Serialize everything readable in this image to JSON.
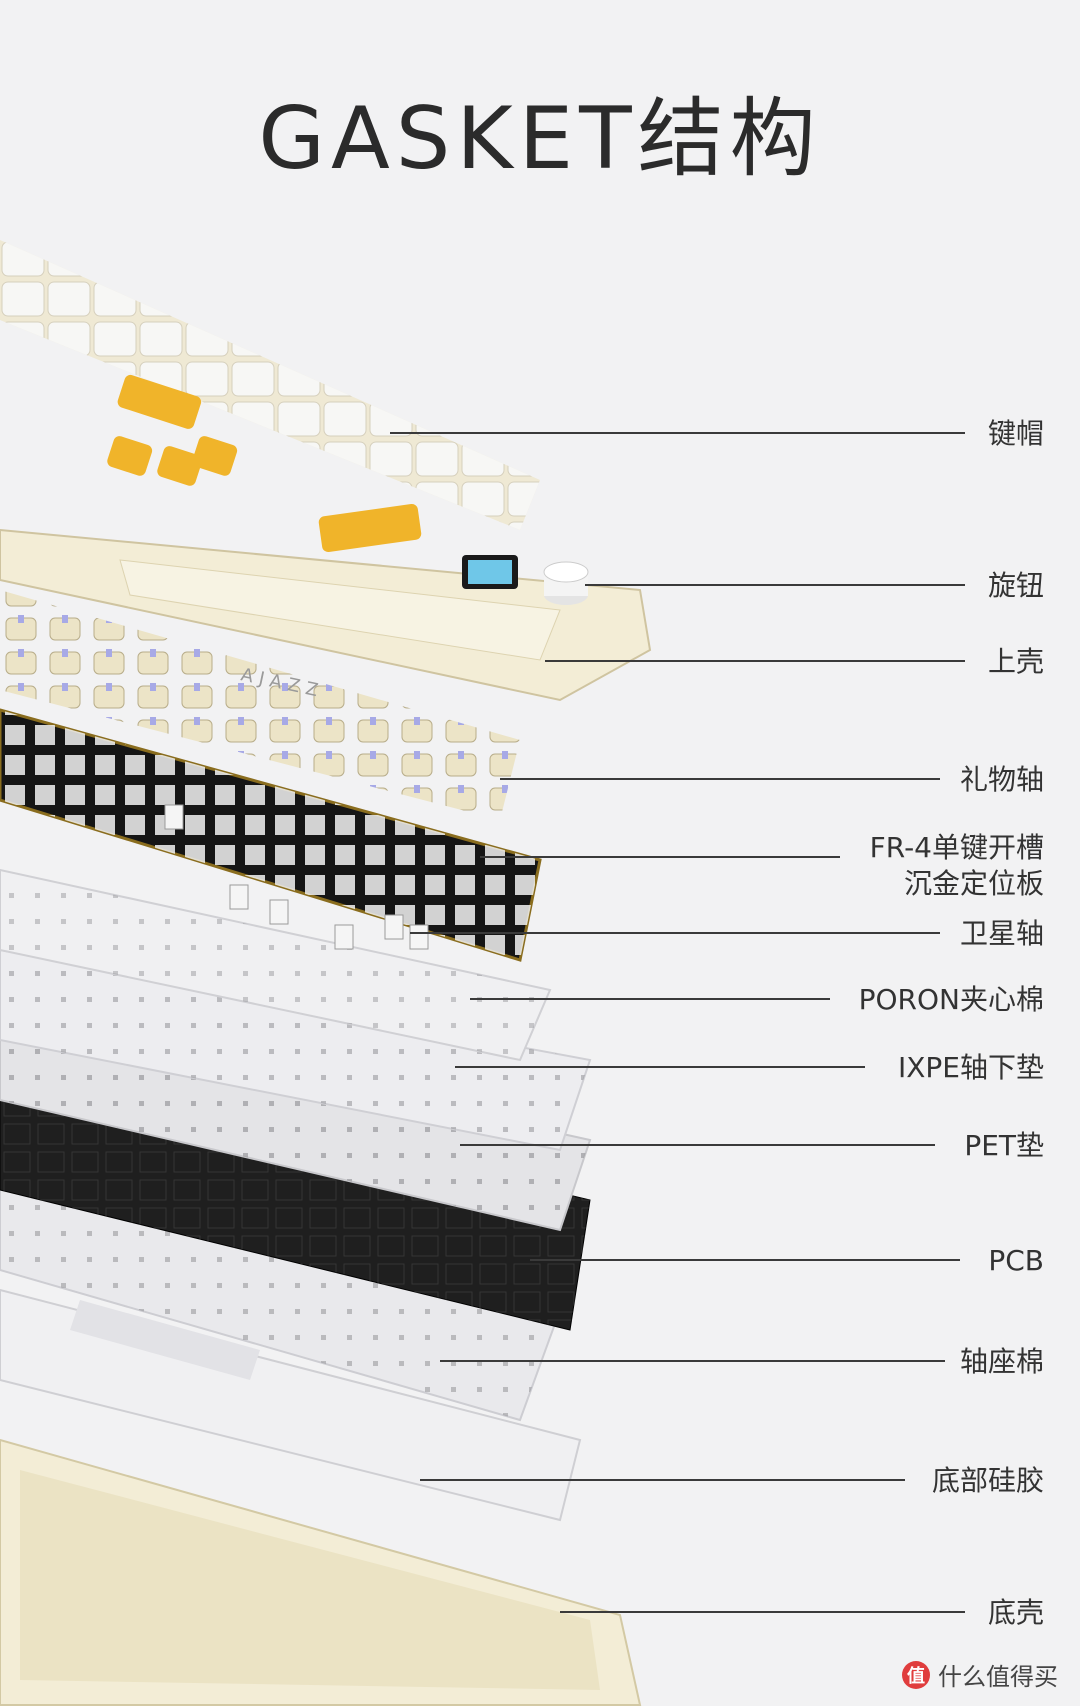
{
  "title": "GASKET结构",
  "layers": [
    {
      "id": "keycaps",
      "label": "键帽"
    },
    {
      "id": "knob",
      "label": "旋钮"
    },
    {
      "id": "top-case",
      "label": "上壳"
    },
    {
      "id": "switches",
      "label": "礼物轴"
    },
    {
      "id": "plate",
      "label_line1": "FR-4单键开槽",
      "label_line2": "沉金定位板"
    },
    {
      "id": "stabilizers",
      "label": "卫星轴"
    },
    {
      "id": "poron-foam",
      "label": "PORON夹心棉"
    },
    {
      "id": "ixpe-pad",
      "label": "IXPE轴下垫"
    },
    {
      "id": "pet-pad",
      "label": "PET垫"
    },
    {
      "id": "pcb",
      "label": "PCB"
    },
    {
      "id": "socket-foam",
      "label": "轴座棉"
    },
    {
      "id": "bottom-silicone",
      "label": "底部硅胶"
    },
    {
      "id": "bottom-case",
      "label": "底壳"
    }
  ],
  "brand_on_case": "AJAZZ",
  "watermark": {
    "icon": "值",
    "text": "什么值得买"
  },
  "colors": {
    "background": "#f2f2f3",
    "keycap_cream": "#efe9d4",
    "keycap_white": "#f7f7f5",
    "keycap_yellow": "#f0b42a",
    "case_cream": "#f3edd6",
    "pcb_black": "#1d1d1d",
    "plate_gold": "#8a6d1e",
    "foam_white": "#e6e6e8",
    "switch_lilac": "#a7a9e6"
  }
}
